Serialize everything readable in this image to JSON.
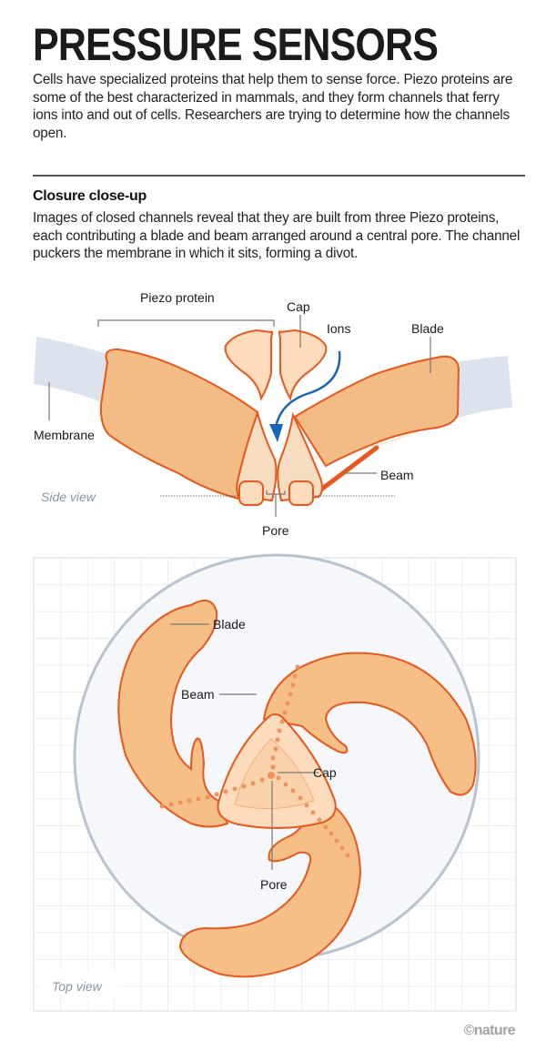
{
  "header": {
    "title": "PRESSURE SENSORS",
    "intro": "Cells have specialized proteins that help them to sense force. Piezo proteins are some of the best characterized in mammals, and they form channels that ferry ions into and out of cells. Researchers are trying to determine how the channels open."
  },
  "section": {
    "title": "Closure close-up",
    "text": "Images of closed channels reveal that they are built from three Piezo proteins, each contributing a blade and beam arranged around a central pore. The channel puckers the membrane in which it sits, forming a divot."
  },
  "side_view": {
    "caption": "Side view",
    "labels": {
      "piezo_protein": "Piezo protein",
      "cap": "Cap",
      "ions": "Ions",
      "blade": "Blade",
      "membrane": "Membrane",
      "beam": "Beam",
      "pore": "Pore"
    }
  },
  "top_view": {
    "caption": "Top view",
    "labels": {
      "blade": "Blade",
      "beam": "Beam",
      "cap": "Cap",
      "pore": "Pore"
    }
  },
  "credit": "©nature",
  "colors": {
    "protein_fill": "#f6bf86",
    "protein_stroke": "#e8571c",
    "cap_fill": "#fcdcbd",
    "membrane": "#dde3ec",
    "ions_arrow": "#1565b8",
    "grid": "#dfe5ee",
    "circle_fill": "#f5f7fa",
    "circle_stroke": "#b9c2cd"
  }
}
